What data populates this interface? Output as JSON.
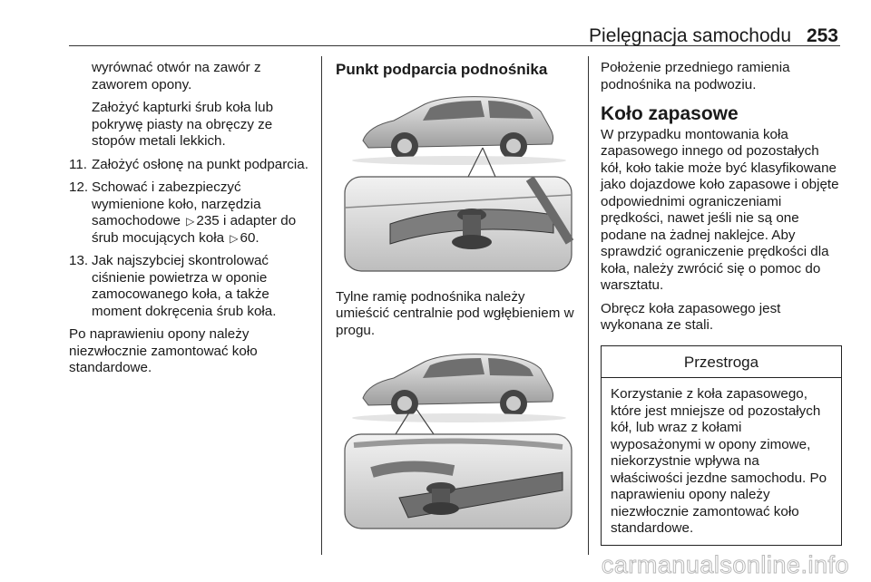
{
  "header": {
    "title": "Pielęgnacja samochodu",
    "page_number": "253"
  },
  "col1": {
    "p1": "wyrównać otwór na zawór z zaworem opony.",
    "p2": "Założyć kapturki śrub koła lub pokrywę piasty na obręczy ze stopów metali lekkich.",
    "items": [
      {
        "num": "11.",
        "text": "Założyć osłonę na punkt podparcia."
      },
      {
        "num": "12.",
        "text_a": "Schować i zabezpieczyć wymienione koło, narzędzia samochodowe",
        "ref1": "235",
        "text_b": "i adapter do śrub mocujących koła",
        "ref2": "60."
      },
      {
        "num": "13.",
        "text": "Jak najszybciej skontrolować ciśnienie powietrza w oponie zamocowanego koła, a także moment dokręcenia śrub koła."
      }
    ],
    "p_final": "Po naprawieniu opony należy niezwłocznie zamontować koło standardowe."
  },
  "col2": {
    "heading": "Punkt podparcia podnośnika",
    "caption": "Tylne ramię podnośnika należy umieścić centralnie pod wgłębieniem w progu."
  },
  "col3": {
    "p1": "Położenie przedniego ramienia podnośnika na podwoziu.",
    "heading": "Koło zapasowe",
    "p2": "W przypadku montowania koła zapasowego innego od pozostałych kół, koło takie może być klasyfikowane jako dojazdowe koło zapasowe i objęte odpowiednimi ograniczeniami prędkości, nawet jeśli nie są one podane na żadnej naklejce. Aby sprawdzić ograniczenie prędkości dla koła, należy zwrócić się o pomoc do warsztatu.",
    "p3": "Obręcz koła zapasowego jest wykonana ze stali.",
    "warning": {
      "title": "Przestroga",
      "body": "Korzystanie z koła zapasowego, które jest mniejsze od pozostałych kół, lub wraz z kołami wyposażonymi w opony zimowe, niekorzystnie wpływa na właściwości jezdne samochodu. Po naprawieniu opony należy niezwłocznie zamontować koło standardowe."
    }
  },
  "icons": {
    "reference": "triangle-right-icon"
  },
  "watermark": "carmanualsonline.info"
}
